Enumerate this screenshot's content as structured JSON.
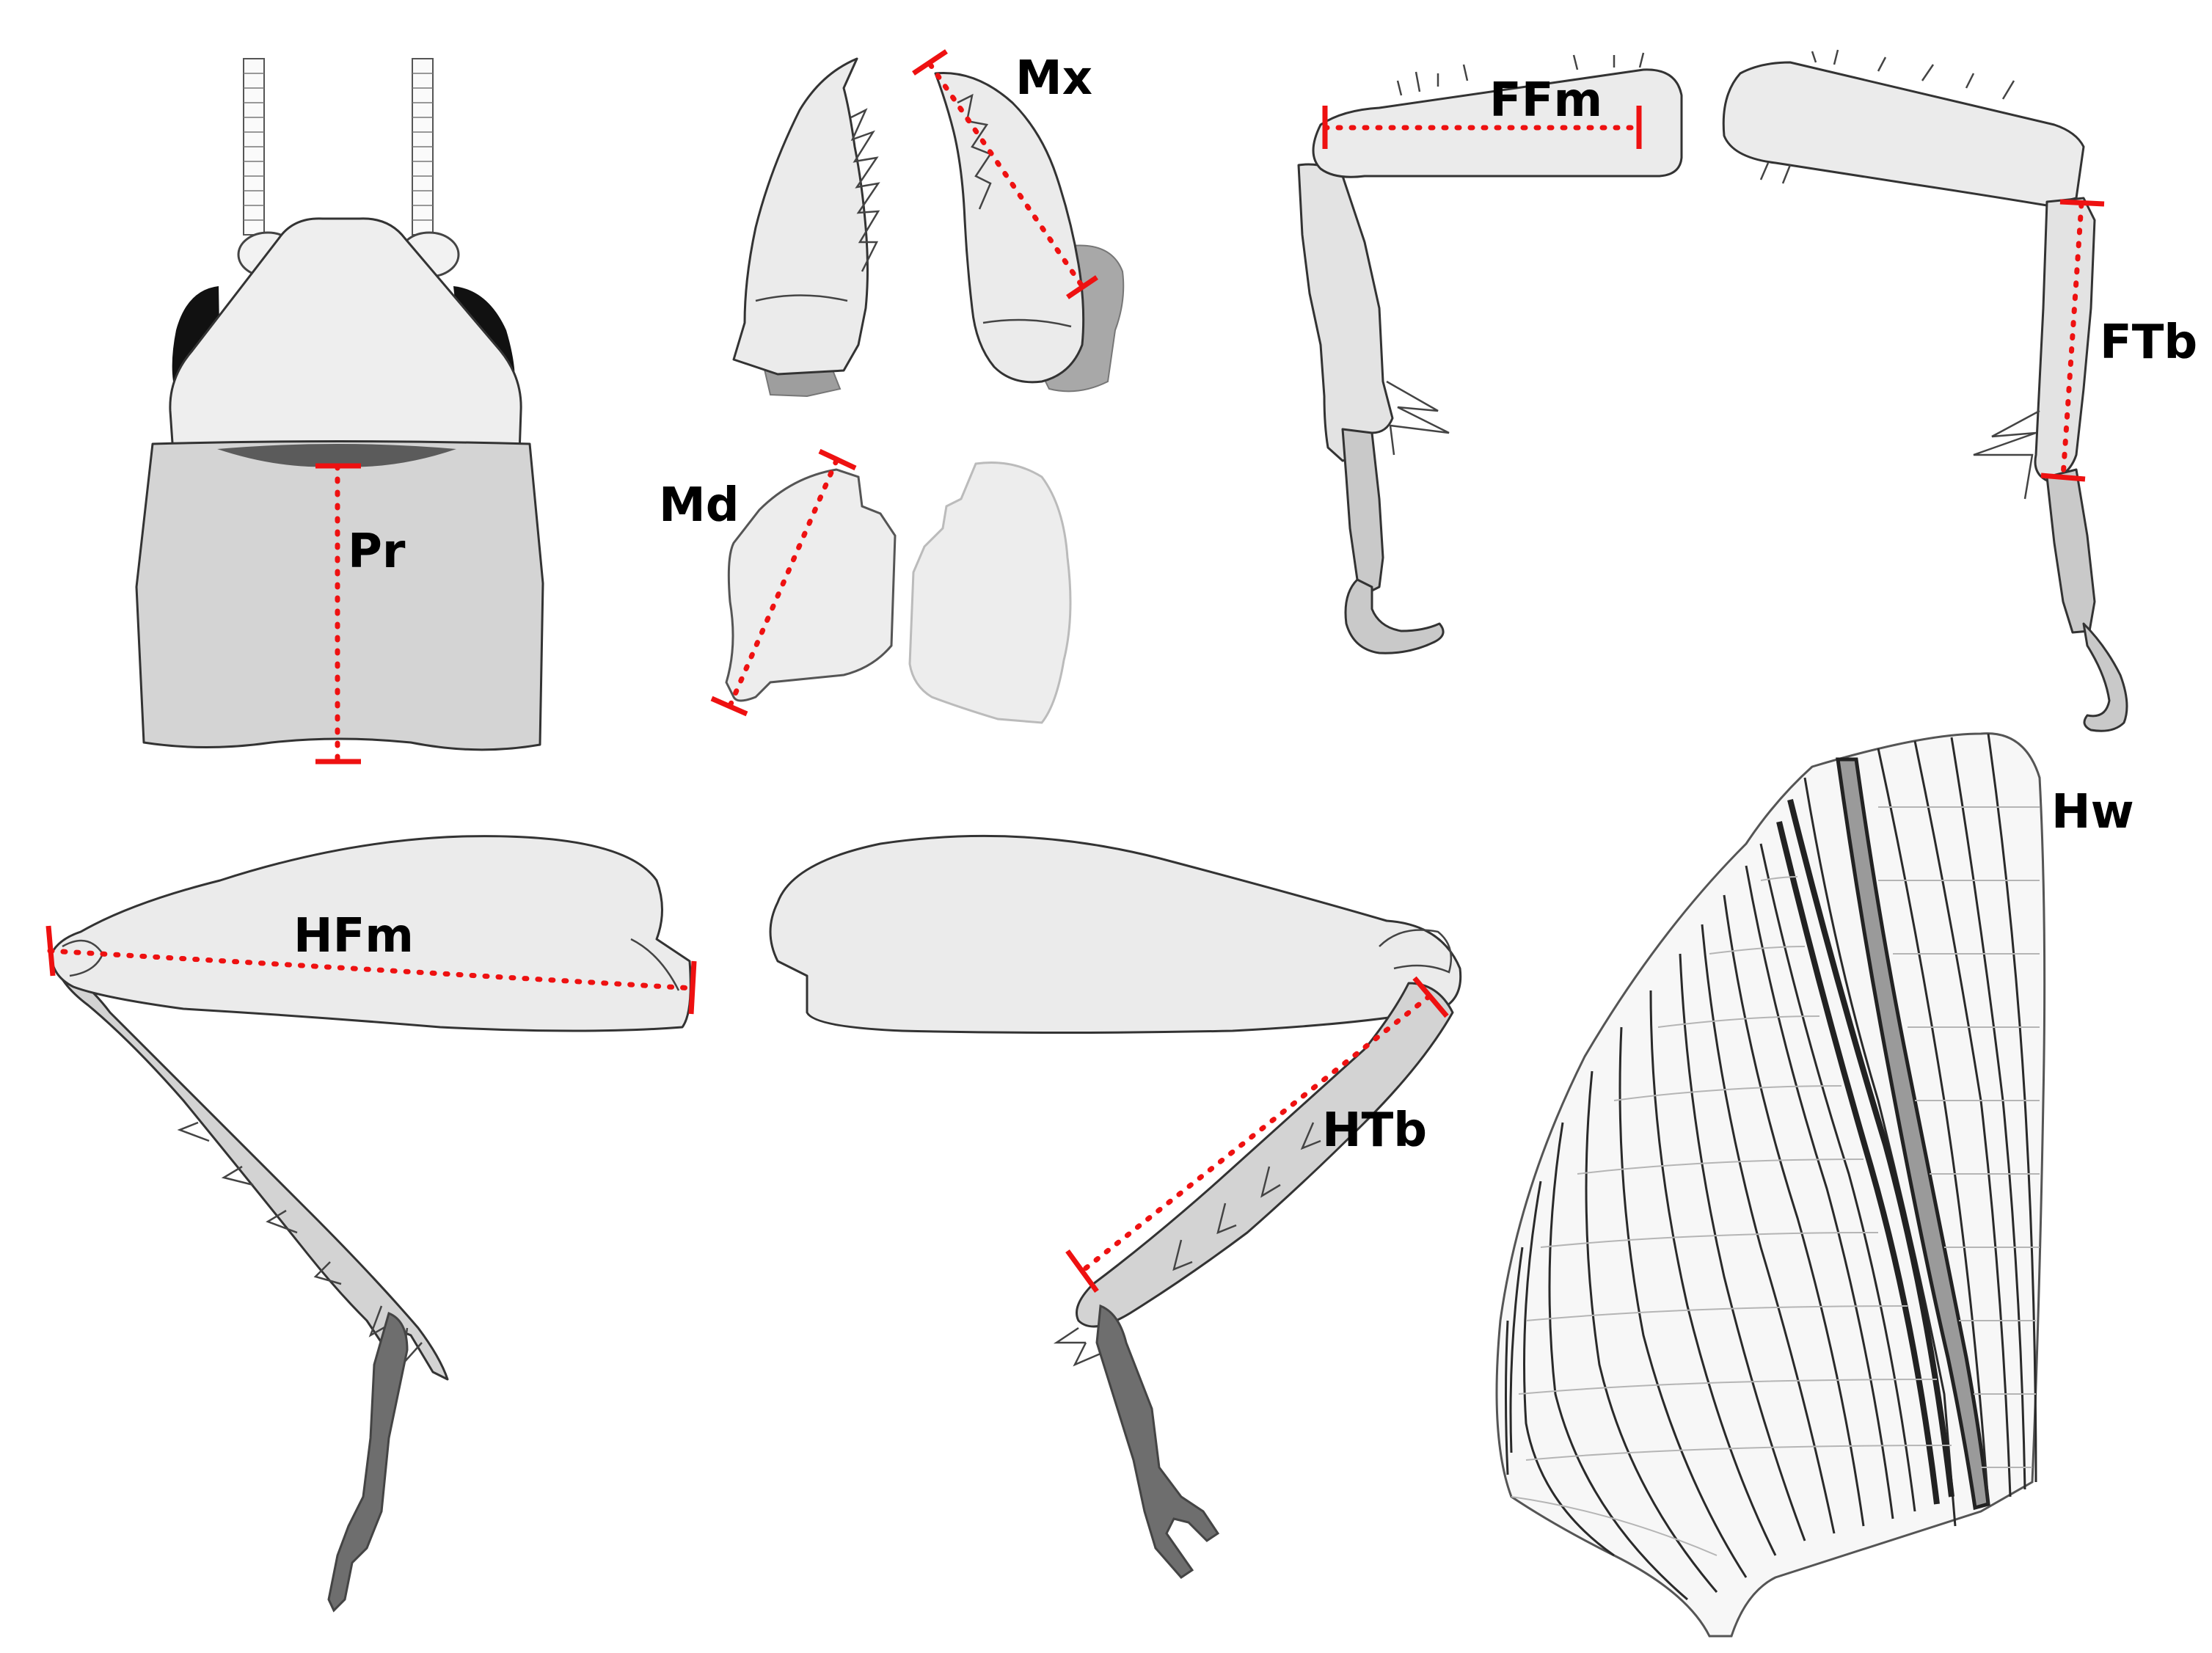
{
  "labels": {
    "pronotum": "Pr",
    "maxilla": "Mx",
    "mandible": "Md",
    "fore_femur": "FFm",
    "fore_tibia": "FTb",
    "hind_femur": "HFm",
    "hind_tibia": "HTb",
    "hind_wing": "Hw"
  },
  "colors": {
    "measurement": "#ee1111",
    "light_fill": "#ededed",
    "mid_fill": "#cccccc",
    "dark_fill": "#6e6e6e",
    "outline": "#333333"
  }
}
